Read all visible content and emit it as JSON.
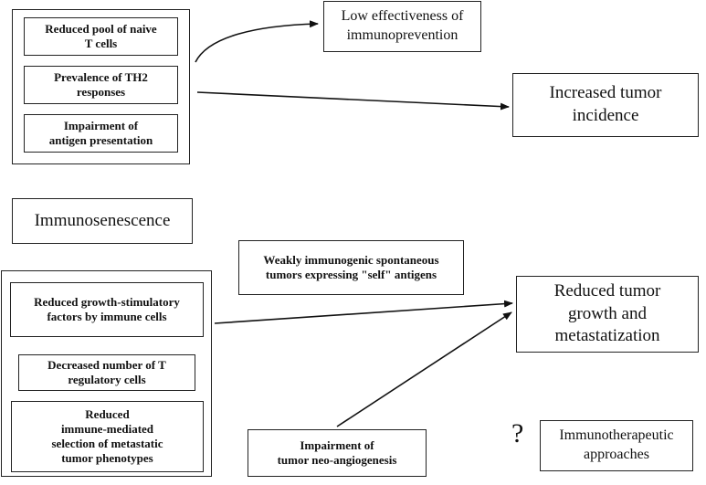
{
  "top_group": {
    "items": [
      "Reduced pool of naive\nT cells",
      "Prevalence of TH2\nresponses",
      "Impairment of\nantigen presentation"
    ]
  },
  "low_effectiveness": "Low effectiveness of\nimmunoprevention",
  "increased_incidence": "Increased tumor\nincidence",
  "immunosenescence": "Immunosenescence",
  "weakly_immunogenic": "Weakly immunogenic spontaneous\ntumors expressing \"self\" antigens",
  "bottom_group": {
    "items": [
      "Reduced growth-stimulatory\nfactors by immune cells",
      "Decreased number of T\nregulatory cells",
      "Reduced\nimmune-mediated\nselection of metastatic\ntumor phenotypes"
    ]
  },
  "reduced_growth": "Reduced tumor\ngrowth and\nmetastatization",
  "neo_angiogenesis": "Impairment of\ntumor neo-angiogenesis",
  "question_mark": "?",
  "immunotherapeutic": "Immunotherapeutic\napproaches"
}
